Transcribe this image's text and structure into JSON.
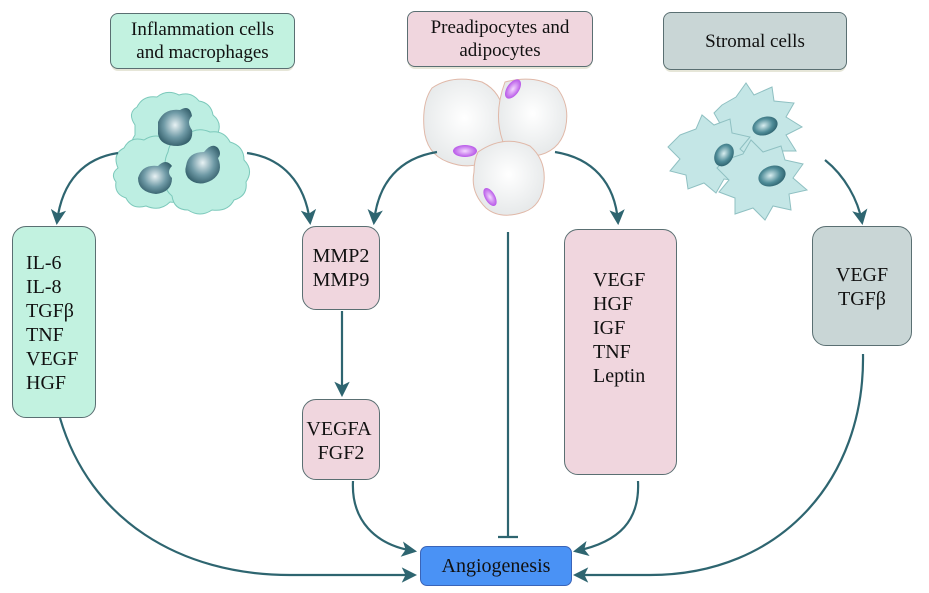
{
  "sources": {
    "inflammation": {
      "label_lines": [
        "Inflammation cells",
        "and macrophages"
      ],
      "icon": "macrophage-cells-icon"
    },
    "adipocytes": {
      "label_lines": [
        "Preadipocytes and",
        "adipocytes"
      ],
      "icon": "adipocyte-cells-icon"
    },
    "stromal": {
      "label_lines": [
        "Stromal cells"
      ],
      "icon": "stromal-cells-icon"
    }
  },
  "factors": {
    "inflammation": [
      "IL-6",
      "IL-8",
      "TGFβ",
      "TNF",
      "VEGF",
      "HGF"
    ],
    "mmp": [
      "MMP2",
      "MMP9"
    ],
    "vegfa": [
      "VEGFA",
      "FGF2"
    ],
    "adipocyte": [
      "VEGF",
      "HGF",
      "IGF",
      "TNF",
      "Leptin"
    ],
    "stromal": [
      "VEGF",
      "TGFβ"
    ]
  },
  "target": {
    "label": "Angiogenesis"
  },
  "colors": {
    "inflammation": "#c2f2e0",
    "adipocyte": "#f0d6de",
    "stromal": "#c9d6d6",
    "target": "#4a92f5",
    "arrow": "#2e6570"
  }
}
